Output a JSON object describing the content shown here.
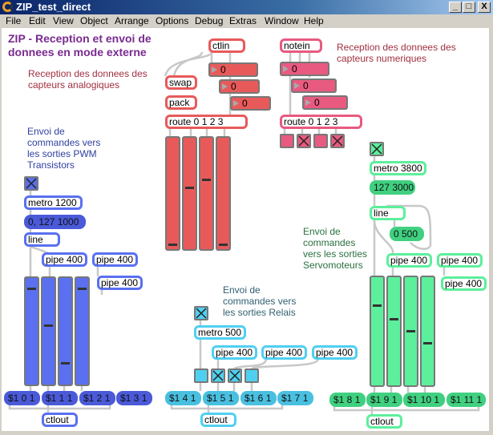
{
  "window": {
    "title": "ZIP_test_direct",
    "minimize": "_",
    "maximize": "□",
    "close": "X"
  },
  "menu": [
    "File",
    "Edit",
    "View",
    "Object",
    "Arrange",
    "Options",
    "Debug",
    "Extras",
    "Window",
    "Help"
  ],
  "comments": {
    "title": "ZIP - Reception et envoi de\ndonnees en mode externe",
    "analog": "Reception des donnees des\ncapteurs analogiques",
    "numeric": "Reception des donnees des\ncapteurs numeriques",
    "pwm": "Envoi de\ncommandes vers\nles sorties PWM\nTransistors",
    "relais": "Envoi de\ncommandes vers\nles sorties Relais",
    "servo": "Envoi de\ncommandes\nvers les sorties\nServomoteurs"
  },
  "analog": {
    "ctlin": "ctlin",
    "numbers": [
      "0",
      "0",
      "0"
    ],
    "swap": "swap",
    "pack": "pack",
    "route": "route 0 1 2 3",
    "sliders": [
      0,
      0.55,
      0.63,
      0
    ]
  },
  "numeric": {
    "notein": "notein",
    "numbers": [
      "0",
      "0",
      "0"
    ],
    "route": "route 0 1 2 3",
    "toggles": [
      false,
      true,
      false,
      true
    ]
  },
  "pwm": {
    "toggle": true,
    "metro": "metro 1200",
    "message": "0, 127 1000",
    "line": "line",
    "pipes": [
      "pipe 400",
      "pipe 400",
      "pipe 400"
    ],
    "sliders": [
      0.93,
      0.55,
      0.17,
      0.93
    ],
    "messages": [
      "$1 0 1",
      "$1 1 1",
      "$1 2 1",
      "$1 3 1"
    ],
    "ctlout": "ctlout"
  },
  "relais": {
    "toggle": true,
    "metro": "metro 500",
    "pipes": [
      "pipe 400",
      "pipe 400",
      "pipe 400"
    ],
    "toggles": [
      false,
      true,
      true,
      false
    ],
    "messages": [
      "$1 4 1",
      "$1 5 1",
      "$1 6 1",
      "$1 7 1"
    ],
    "ctlout": "ctlout"
  },
  "servo": {
    "toggle": true,
    "metro": "metro 3800",
    "message1": "127 3000",
    "line": "line",
    "message2": "0 500",
    "pipes": [
      "pipe 400",
      "pipe 400",
      "pipe 400"
    ],
    "sliders": [
      0.75,
      0.62,
      0.5,
      0.38
    ],
    "messages": [
      "$1 8 1",
      "$1 9 1",
      "$1 10 1",
      "$1 11 1"
    ],
    "ctlout": "ctlout"
  },
  "colors": {
    "red": "#e85a5a",
    "pink": "#e85a80",
    "blue": "#5a70f0",
    "blueMsg": "#4a5ad8",
    "cyan": "#50d0f0",
    "cyanMsg": "#4ac0e0",
    "green": "#5cef9c",
    "greenMsg": "#40d080"
  }
}
